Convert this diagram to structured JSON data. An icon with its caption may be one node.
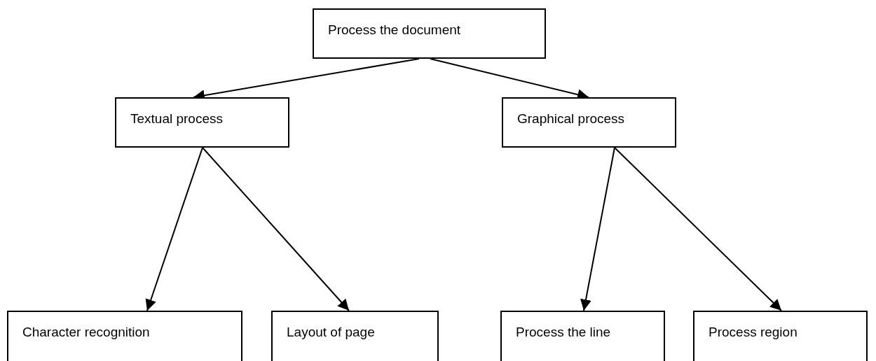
{
  "diagram": {
    "nodes": [
      {
        "text": [
          "Process the document"
        ]
      },
      {
        "text": [
          "Textual process"
        ]
      },
      {
        "text": [
          "Graphical process"
        ]
      },
      {
        "text": [
          "Character recognition"
        ]
      },
      {
        "text": [
          "Layout of page"
        ]
      },
      {
        "text": [
          "Process the line"
        ]
      },
      {
        "text": [
          "Process region"
        ]
      }
    ],
    "edges": [
      {
        "from": 0,
        "to": 1,
        "arrow": "to"
      },
      {
        "from": 0,
        "to": 2,
        "arrow": "to"
      },
      {
        "from": 1,
        "to": 3,
        "arrow": "to"
      },
      {
        "from": 1,
        "to": 4,
        "arrow": "to"
      },
      {
        "from": 2,
        "to": 5,
        "arrow": "to"
      },
      {
        "from": 2,
        "to": 6,
        "arrow": "to"
      }
    ]
  }
}
